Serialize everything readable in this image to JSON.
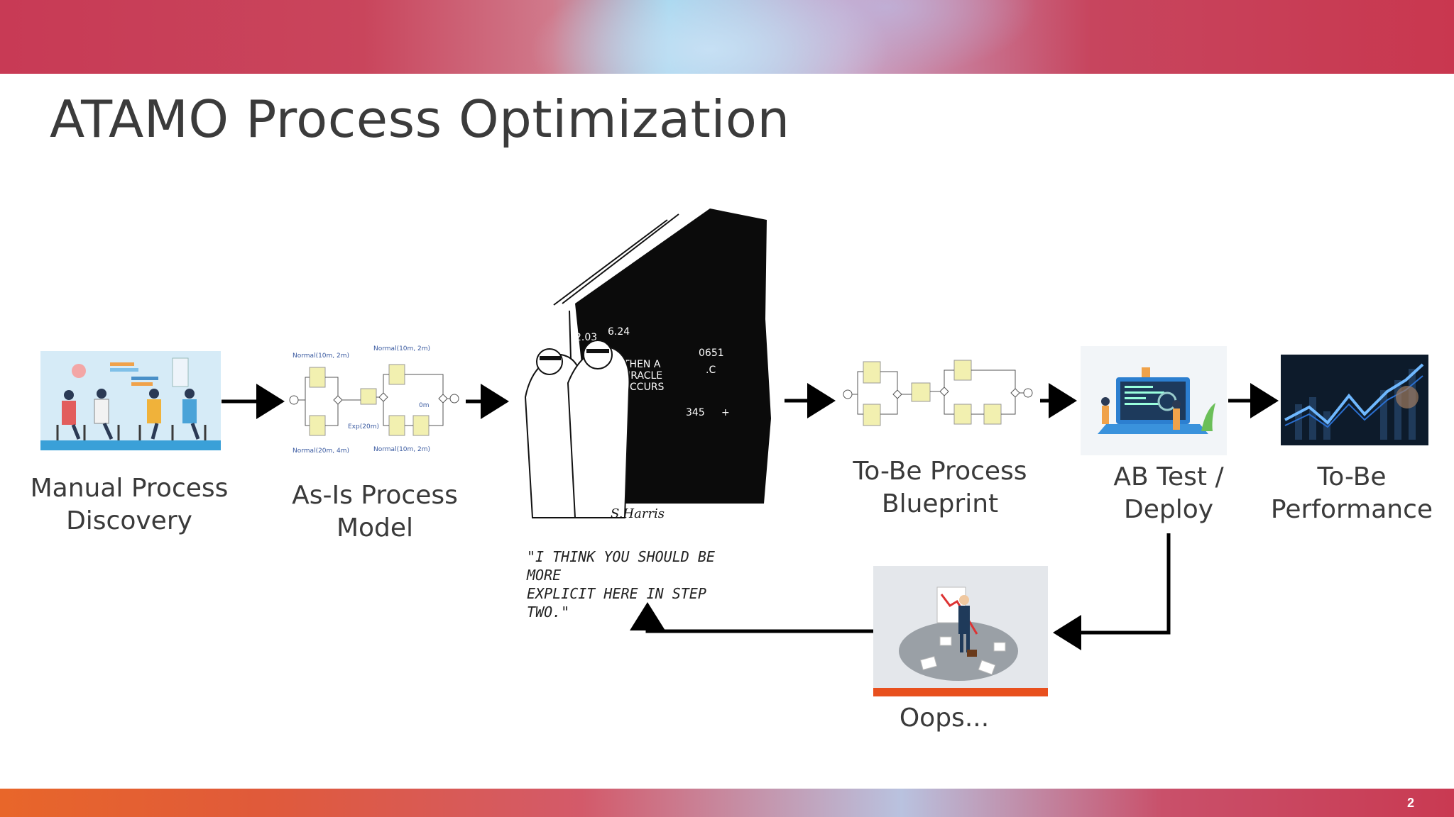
{
  "slide": {
    "title": "ATAMO Process Optimization",
    "page_number": "2"
  },
  "steps": [
    {
      "id": "manual",
      "line1": "Manual Process",
      "line2": "Discovery"
    },
    {
      "id": "asis",
      "line1": "As-Is Process",
      "line2": "Model"
    },
    {
      "id": "tobe",
      "line1": "To-Be Process",
      "line2": "Blueprint"
    },
    {
      "id": "abtest",
      "line1": "AB Test /",
      "line2": "Deploy"
    },
    {
      "id": "perf",
      "line1": "To-Be",
      "line2": "Performance"
    },
    {
      "id": "oops",
      "line1": "Oops..."
    }
  ],
  "cartoon": {
    "caption_line1": "\"I THINK YOU SHOULD BE MORE",
    "caption_line2": "EXPLICIT HERE IN STEP TWO.\"",
    "board_line1": "THEN A",
    "board_line2": "MIRACLE",
    "board_line3": "OCCURS",
    "signature": "S.Harris"
  },
  "model_labels": {
    "top_left": "Normal(10m, 2m)",
    "top_mid": "Normal(10m, 2m)",
    "exp": "Exp(20m)",
    "bot_left": "Normal(20m, 4m)",
    "bot_mid": "Normal(10m, 2m)",
    "zero": "0m"
  }
}
